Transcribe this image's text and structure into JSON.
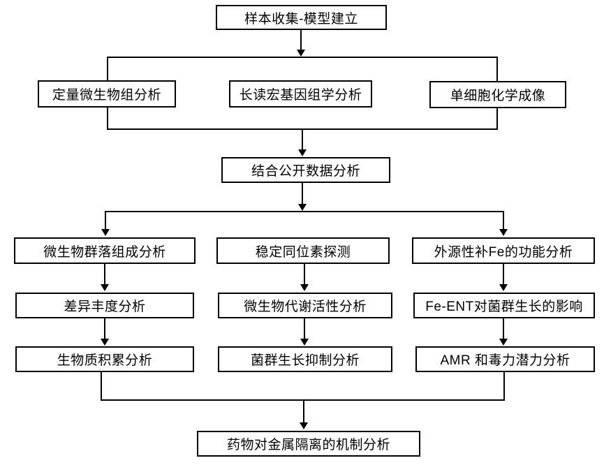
{
  "colors": {
    "line": "#000000",
    "box_border": "#000000",
    "box_background": "#ffffff",
    "text": "#000000",
    "page_background": "#ffffff"
  },
  "diagram": {
    "type": "flowchart",
    "nodes": {
      "sample_model": "样本收集-模型建立",
      "quant_microbiome": "定量微生物组分析",
      "long_read_metagenomics": "长读宏基因组学分析",
      "single_cell_imaging": "单细胞化学成像",
      "public_data": "结合公开数据分析",
      "community_composition": "微生物群落组成分析",
      "isotope_probing": "稳定同位素探测",
      "exogenous_fe": "外源性补Fe的功能分析",
      "differential_abundance": "差异丰度分析",
      "metabolic_activity": "微生物代谢活性分析",
      "fe_ent_effect": "Fe-ENT对菌群生长的影响",
      "biomass_accumulation": "生物质积累分析",
      "growth_inhibition": "菌群生长抑制分析",
      "amr_virulence": "AMR 和毒力潜力分析",
      "mechanism": "药物对金属隔离的机制分析"
    },
    "edges": [
      {
        "from": "sample_model",
        "to": "quant_microbiome"
      },
      {
        "from": "sample_model",
        "to": "long_read_metagenomics"
      },
      {
        "from": "sample_model",
        "to": "single_cell_imaging"
      },
      {
        "from": "quant_microbiome",
        "to": "public_data"
      },
      {
        "from": "long_read_metagenomics",
        "to": "public_data"
      },
      {
        "from": "single_cell_imaging",
        "to": "public_data"
      },
      {
        "from": "public_data",
        "to": "community_composition"
      },
      {
        "from": "public_data",
        "to": "isotope_probing"
      },
      {
        "from": "public_data",
        "to": "exogenous_fe"
      },
      {
        "from": "community_composition",
        "to": "differential_abundance"
      },
      {
        "from": "differential_abundance",
        "to": "biomass_accumulation"
      },
      {
        "from": "isotope_probing",
        "to": "metabolic_activity"
      },
      {
        "from": "metabolic_activity",
        "to": "growth_inhibition"
      },
      {
        "from": "exogenous_fe",
        "to": "fe_ent_effect"
      },
      {
        "from": "fe_ent_effect",
        "to": "amr_virulence"
      },
      {
        "from": "biomass_accumulation",
        "to": "mechanism"
      },
      {
        "from": "growth_inhibition",
        "to": "mechanism"
      },
      {
        "from": "amr_virulence",
        "to": "mechanism"
      }
    ]
  }
}
